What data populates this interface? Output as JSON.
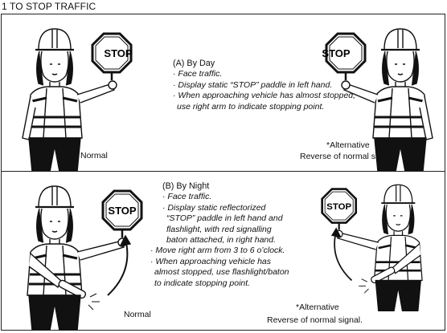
{
  "header": "1 TO STOP TRAFFIC",
  "paddle_text": "STOP",
  "day": {
    "title": "(A) By Day",
    "bullets": [
      "Face traffic.",
      "Display static “STOP” paddle in left hand.",
      "When approaching vehicle has almost stopped,",
      "use right arm to indicate stopping point."
    ],
    "left_caption": "Normal",
    "right_caption_1": "*Alternative",
    "right_caption_2": "Reverse of normal signal."
  },
  "night": {
    "title": "(B) By Night",
    "bullets": [
      "Face traffic.",
      "Display static reflectorized",
      "“STOP” paddle in left hand and",
      "flashlight, with red signalling",
      "baton attached, in right hand.",
      "Move right arm from 3 to 6 o’clock.",
      "When approaching vehicle has",
      "almost stopped, use flashlight/baton",
      "to indicate stopping point."
    ],
    "left_caption": "Normal",
    "right_caption_1": "*Alternative",
    "right_caption_2": "Reverse of normal signal."
  }
}
